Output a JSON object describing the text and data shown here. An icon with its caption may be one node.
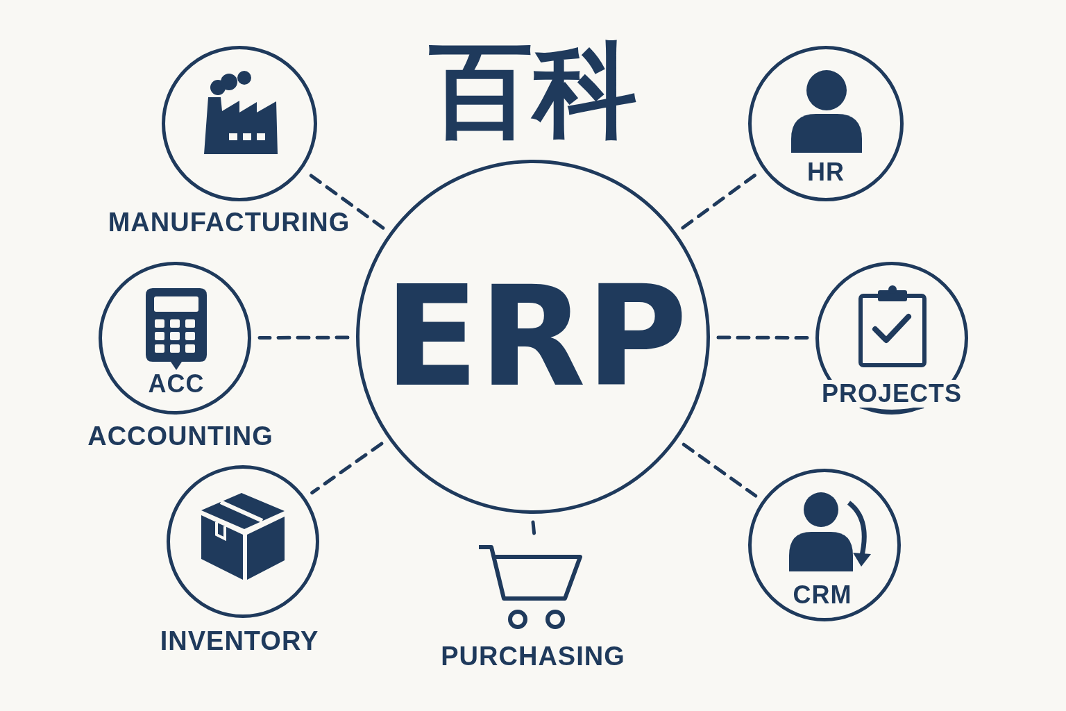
{
  "diagram": {
    "title": "百科",
    "nodes": [
      {
        "text": [
          "MANUFACTURING"
        ]
      },
      {
        "text": [
          "HR"
        ]
      },
      {
        "text": [
          "ERP"
        ]
      },
      {
        "text": [
          "ACC",
          "ACCOUNTING"
        ]
      },
      {
        "text": [
          "PROJECTS"
        ]
      },
      {
        "text": [
          "INVENTORY"
        ]
      },
      {
        "text": [
          "PURCHASING"
        ]
      },
      {
        "text": [
          "CRM"
        ]
      }
    ],
    "edges": [
      {
        "from": 2,
        "to": 0,
        "arrow": "none",
        "style": "dashed"
      },
      {
        "from": 2,
        "to": 1,
        "arrow": "none",
        "style": "dashed"
      },
      {
        "from": 2,
        "to": 3,
        "arrow": "none",
        "style": "dashed"
      },
      {
        "from": 2,
        "to": 4,
        "arrow": "none",
        "style": "dashed"
      },
      {
        "from": 2,
        "to": 5,
        "arrow": "none",
        "style": "dashed"
      },
      {
        "from": 2,
        "to": 6,
        "arrow": "none",
        "style": "dashed"
      },
      {
        "from": 2,
        "to": 7,
        "arrow": "none",
        "style": "dashed"
      }
    ]
  }
}
